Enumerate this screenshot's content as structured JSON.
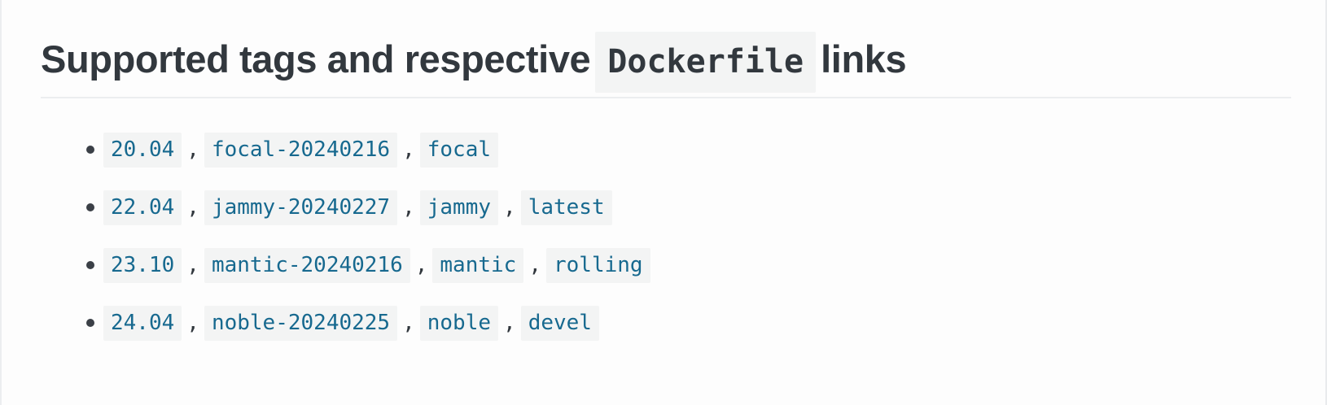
{
  "heading": {
    "prefix": "Supported tags and respective",
    "code": "Dockerfile",
    "suffix": "links"
  },
  "colors": {
    "link": "#17698f",
    "code_background": "#f3f4f4",
    "heading_text": "#32383e",
    "rule": "#eceeef",
    "bullet": "#3b4047",
    "page_background": "#fdfdfd"
  },
  "tag_rows": [
    {
      "tags": [
        "20.04",
        "focal-20240216",
        "focal"
      ],
      "separator": ","
    },
    {
      "tags": [
        "22.04",
        "jammy-20240227",
        "jammy",
        "latest"
      ],
      "separator": ","
    },
    {
      "tags": [
        "23.10",
        "mantic-20240216",
        "mantic",
        "rolling"
      ],
      "separator": ","
    },
    {
      "tags": [
        "24.04",
        "noble-20240225",
        "noble",
        "devel"
      ],
      "separator": ","
    }
  ]
}
